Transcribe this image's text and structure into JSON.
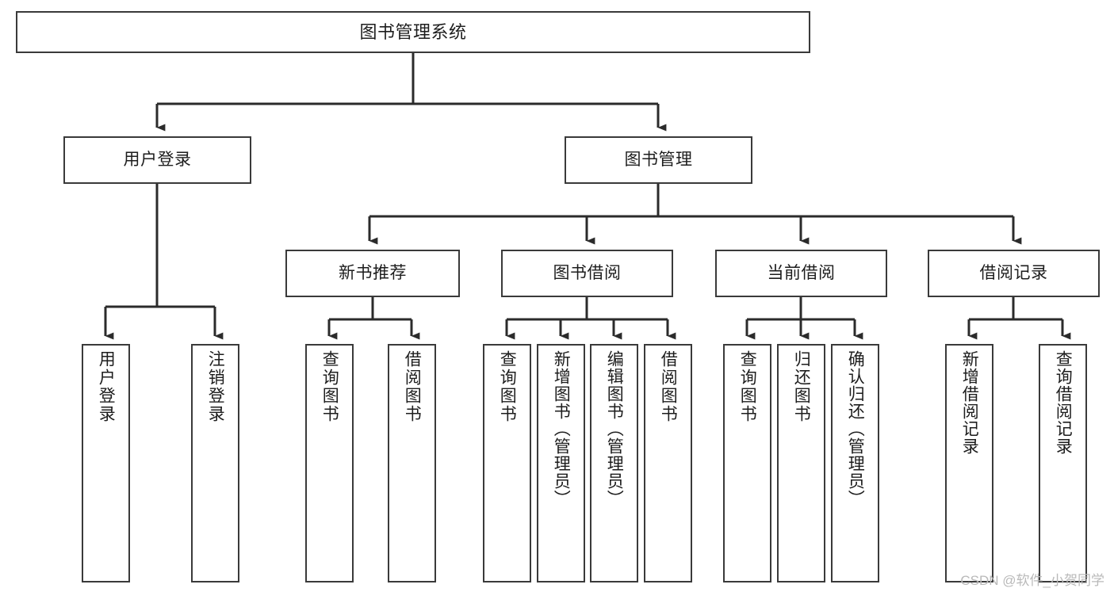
{
  "diagram": {
    "type": "tree-hierarchy-chart",
    "title": "图书管理系统",
    "orientation": "top-down",
    "colors": {
      "box_border": "#3a3a3a",
      "box_fill": "#ffffff",
      "connector": "#2b2b2b",
      "text": "#1d1d1d",
      "watermark": "#b9b9b9",
      "background": "#ffffff"
    },
    "root": {
      "id": "root",
      "label": "图书管理系统",
      "orientation": "horizontal"
    },
    "level2": [
      {
        "id": "user-login",
        "label": "用户登录",
        "orientation": "horizontal"
      },
      {
        "id": "book-management",
        "label": "图书管理",
        "orientation": "horizontal"
      }
    ],
    "level3": [
      {
        "id": "new-book-recommend",
        "label": "新书推荐",
        "orientation": "horizontal",
        "parent": "book-management"
      },
      {
        "id": "book-borrow",
        "label": "图书借阅",
        "orientation": "horizontal",
        "parent": "book-management"
      },
      {
        "id": "current-borrow",
        "label": "当前借阅",
        "orientation": "horizontal",
        "parent": "book-management"
      },
      {
        "id": "borrow-record",
        "label": "借阅记录",
        "orientation": "horizontal",
        "parent": "book-management"
      }
    ],
    "leaves": [
      {
        "id": "leaf-user-login",
        "label": "用户登录",
        "orientation": "vertical",
        "parent": "user-login"
      },
      {
        "id": "leaf-logout",
        "label": "注销登录",
        "orientation": "vertical",
        "parent": "user-login"
      },
      {
        "id": "leaf-query-book-recommend",
        "label": "查询图书",
        "orientation": "vertical",
        "parent": "new-book-recommend"
      },
      {
        "id": "leaf-borrow-book-recommend",
        "label": "借阅图书",
        "orientation": "vertical",
        "parent": "new-book-recommend"
      },
      {
        "id": "leaf-query-book-borrow",
        "label": "查询图书",
        "orientation": "vertical",
        "parent": "book-borrow"
      },
      {
        "id": "leaf-add-book",
        "label": "新增图书（管理员）",
        "orientation": "vertical",
        "parent": "book-borrow"
      },
      {
        "id": "leaf-edit-book",
        "label": "编辑图书（管理员）",
        "orientation": "vertical",
        "parent": "book-borrow"
      },
      {
        "id": "leaf-borrow-book",
        "label": "借阅图书",
        "orientation": "vertical",
        "parent": "book-borrow"
      },
      {
        "id": "leaf-query-book-current",
        "label": "查询图书",
        "orientation": "vertical",
        "parent": "current-borrow"
      },
      {
        "id": "leaf-return-book",
        "label": "归还图书",
        "orientation": "vertical",
        "parent": "current-borrow"
      },
      {
        "id": "leaf-confirm-return",
        "label": "确认归还（管理员）",
        "orientation": "vertical",
        "parent": "current-borrow"
      },
      {
        "id": "leaf-add-borrow-record",
        "label": "新增借阅记录",
        "orientation": "vertical",
        "parent": "borrow-record"
      },
      {
        "id": "leaf-query-borrow-record",
        "label": "查询借阅记录",
        "orientation": "vertical",
        "parent": "borrow-record"
      }
    ]
  },
  "watermark": {
    "text": "CSDN @软件_小贺同学"
  }
}
